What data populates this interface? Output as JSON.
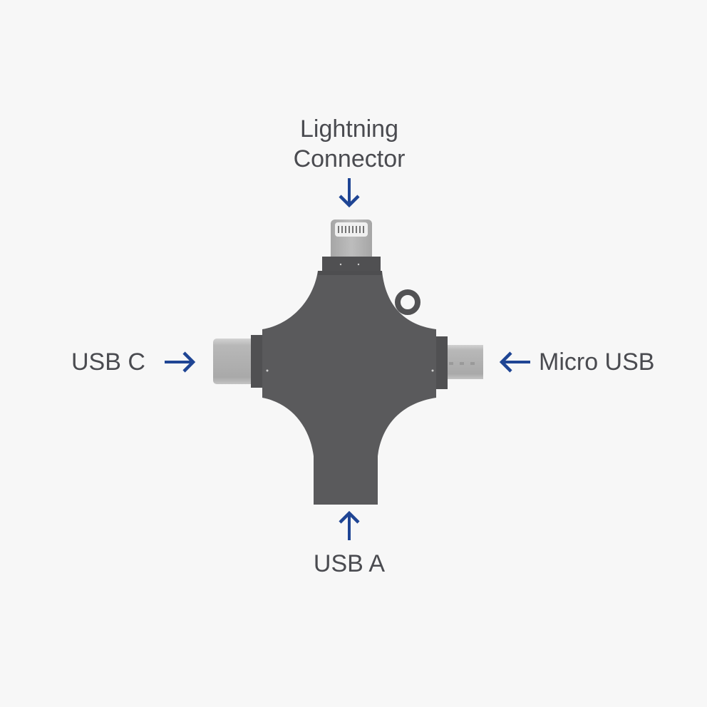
{
  "product": {
    "name": "4-in-1 USB adapter",
    "body_color": "#5a5a5c",
    "connector_color": "#b4b4b4",
    "arrow_color": "#1f4594",
    "background_color": "#f7f7f7"
  },
  "labels": {
    "top": {
      "line1": "Lightning",
      "line2": "Connector",
      "arrow": "down-arrow"
    },
    "left": {
      "text": "USB C",
      "arrow": "right-arrow"
    },
    "right": {
      "text": "Micro USB",
      "arrow": "left-arrow"
    },
    "bottom": {
      "text": "USB A",
      "arrow": "up-arrow"
    }
  }
}
